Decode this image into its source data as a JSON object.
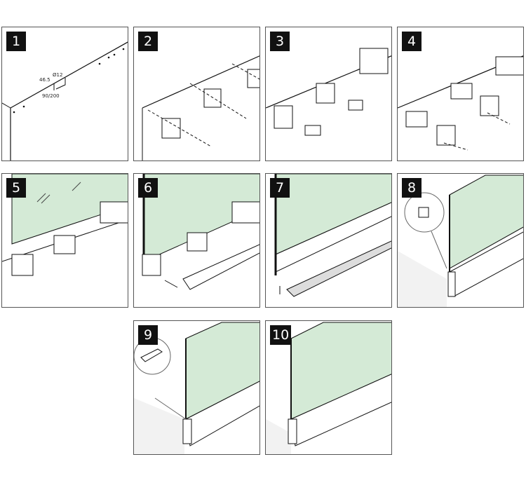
{
  "steps": [
    {
      "number": "1",
      "annotations": {
        "hole_diameter": "Ø12",
        "edge_distance": "46.5",
        "spacing": "90/200"
      }
    },
    {
      "number": "2"
    },
    {
      "number": "3"
    },
    {
      "number": "4"
    },
    {
      "number": "5"
    },
    {
      "number": "6"
    },
    {
      "number": "7"
    },
    {
      "number": "8"
    },
    {
      "number": "9"
    },
    {
      "number": "10"
    }
  ],
  "colors": {
    "glass": "#d4ead6",
    "concrete": "#f2f2f2",
    "line": "#111111"
  }
}
